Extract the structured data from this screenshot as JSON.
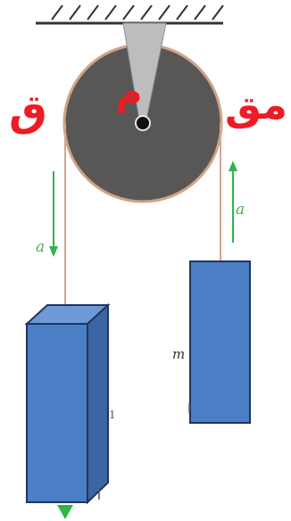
{
  "labels": {
    "left": "ق",
    "middle": "م",
    "right": "مق",
    "accel_left": "a",
    "accel_right": "a",
    "mass_right_partial": "m",
    "mass_left_partial": "1"
  },
  "colors": {
    "label_red": "#ee1b24",
    "pulley_disc": "#595756",
    "pulley_rim": "#cfa487",
    "rope": "#d7a68a",
    "bracket": "#bdbdbd",
    "block_front": "#4a7ec5",
    "block_side": "#3b66a2",
    "block_top": "#6f99d6",
    "block_outline": "#20355f",
    "arrow_green": "#33b34b",
    "ceiling": "#333333"
  }
}
